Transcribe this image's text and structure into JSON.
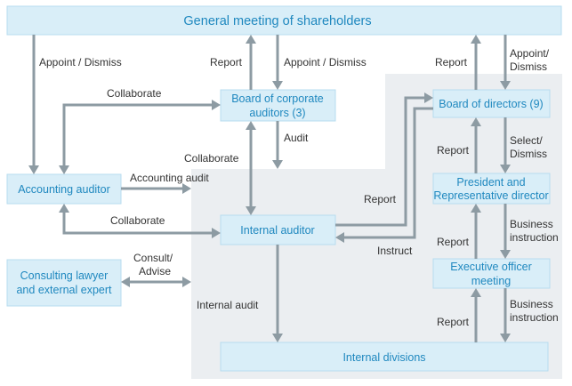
{
  "boxes": {
    "shareholders": "General meeting of shareholders",
    "corporate_auditors": [
      "Board of corporate",
      "auditors (3)"
    ],
    "board_directors": "Board of directors (9)",
    "accounting_auditor": "Accounting auditor",
    "president": [
      "President and",
      "Representative director"
    ],
    "internal_auditor": "Internal auditor",
    "consulting": [
      "Consulting lawyer",
      "and external expert"
    ],
    "executive": [
      "Executive officer",
      "meeting"
    ],
    "internal_divisions": "Internal divisions"
  },
  "labels": {
    "appoint_dismiss_left": "Appoint / Dismiss",
    "report_corp": "Report",
    "appoint_dismiss_center": "Appoint / Dismiss",
    "report_board": "Report",
    "appoint_dismiss_right": [
      "Appoint/",
      "Dismiss"
    ],
    "collaborate_top": "Collaborate",
    "audit": "Audit",
    "collaborate_mid": "Collaborate",
    "accounting_audit": "Accounting audit",
    "report_ia": "Report",
    "report_pres": "Report",
    "select_dismiss": [
      "Select/",
      "Dismiss"
    ],
    "collaborate_low": "Collaborate",
    "instruct": "Instruct",
    "report_exec": "Report",
    "business_instruction_1": [
      "Business",
      "instruction"
    ],
    "consult_advise": [
      "Consult/",
      "Advise"
    ],
    "internal_audit": "Internal audit",
    "report_div": "Report",
    "business_instruction_2": [
      "Business",
      "instruction"
    ]
  },
  "colors": {
    "box_fill": "#d9eef8",
    "box_text": "#1f88bf",
    "arrow": "#8d9ba3",
    "background_region": "#ebeef1"
  }
}
